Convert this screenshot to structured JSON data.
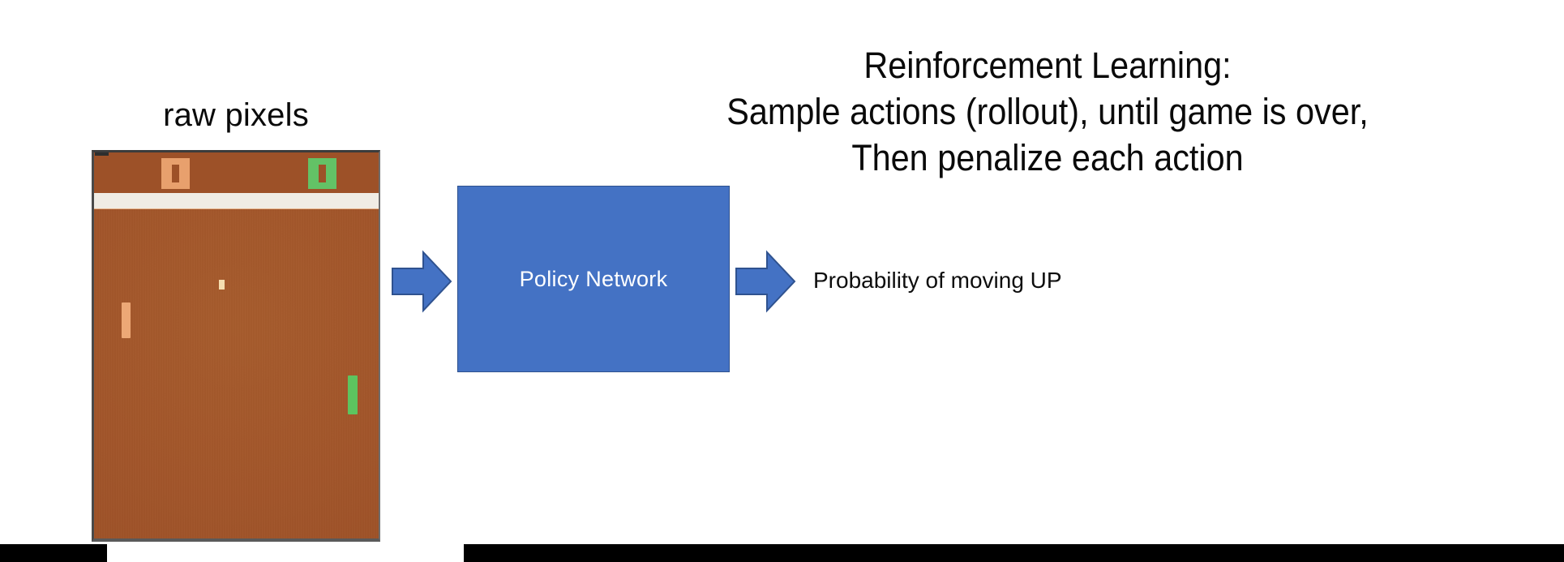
{
  "slide": {
    "title_lines": [
      "Reinforcement Learning:",
      "Sample actions (rollout), until game is over,",
      "Then penalize each action"
    ],
    "input_caption": "raw pixels",
    "policy_network_label": "Policy Network",
    "output_label": "Probability of moving UP",
    "arrows": {
      "input_arrow_name": "right-arrow-icon",
      "output_arrow_name": "right-arrow-icon"
    },
    "colors": {
      "accent_blue": "#4472c4",
      "accent_blue_border": "#2f528f",
      "background": "#ffffff",
      "text": "#0a0a0a",
      "letterbox": "#000000"
    }
  },
  "game_screen": {
    "name": "pong",
    "field_color": "#a3562b",
    "score_band_color": "#9d5128",
    "divider_color": "#f0ece4",
    "score_left_color": "#e8a06d",
    "score_right_color": "#63c266",
    "score_left_value": "0",
    "score_right_value": "0",
    "paddle_left_color": "#eda876",
    "paddle_right_color": "#5dc45f",
    "ball_color": "#f5deb0"
  }
}
